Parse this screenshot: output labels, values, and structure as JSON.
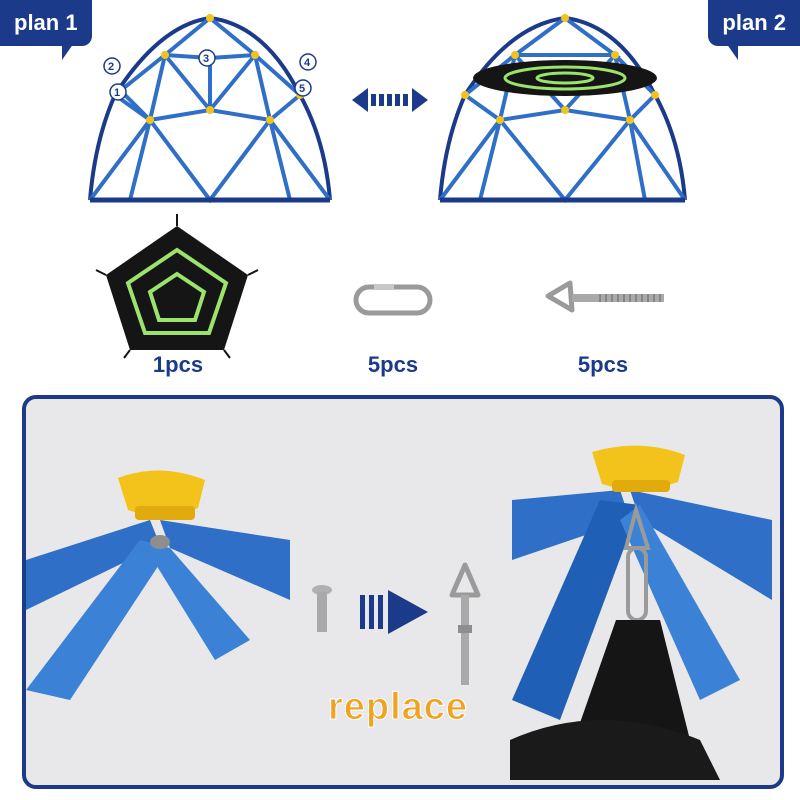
{
  "plans": {
    "plan1_label": "plan 1",
    "plan2_label": "plan 2"
  },
  "dome_numbers": [
    "1",
    "2",
    "3",
    "4",
    "5"
  ],
  "parts": [
    {
      "name": "net",
      "quantity": "1pcs"
    },
    {
      "name": "quick-link",
      "quantity": "5pcs"
    },
    {
      "name": "eye-bolt",
      "quantity": "5pcs"
    }
  ],
  "instruction": {
    "action_label": "replace"
  },
  "colors": {
    "frame_blue": "#2f6fc7",
    "navy": "#1b3a8a",
    "connector_yellow": "#f3c21b",
    "net_green": "#9be36a",
    "label_orange": "#f0a323"
  }
}
